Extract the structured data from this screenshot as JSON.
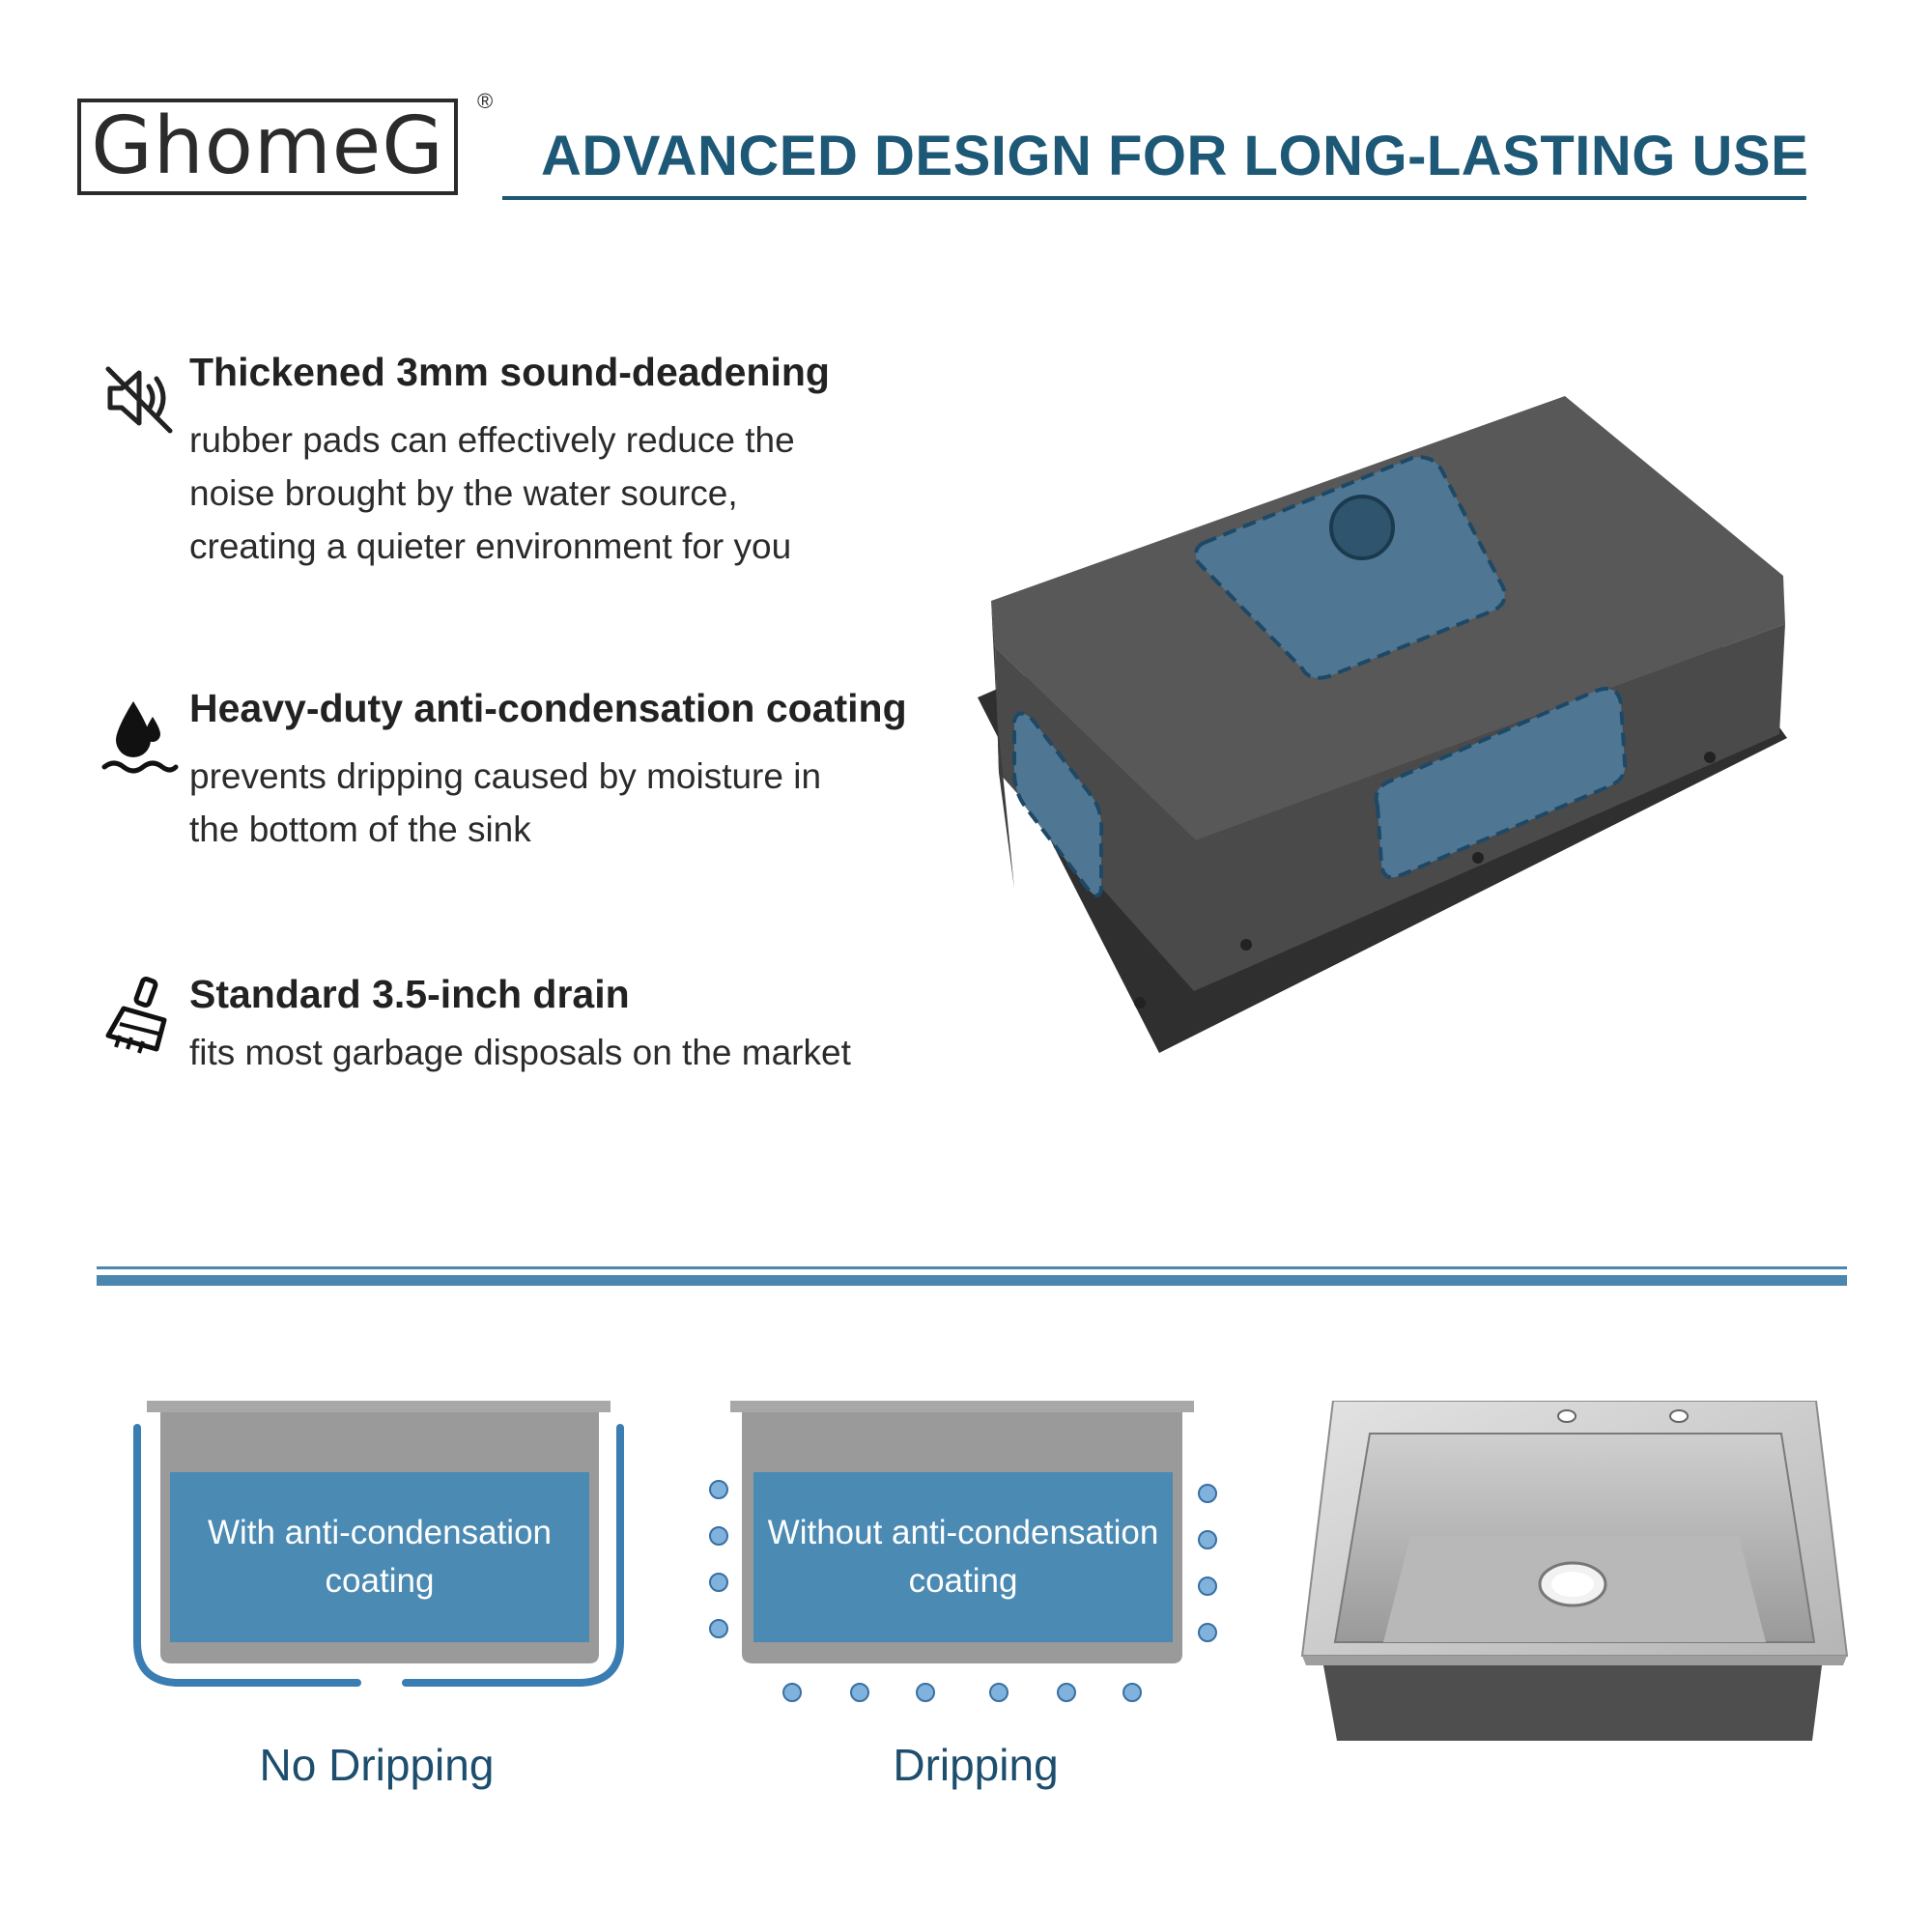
{
  "brand": {
    "logo_text": "GhomeG",
    "registered_mark": "®"
  },
  "header": {
    "title": "ADVANCED DESIGN FOR LONG-LASTING USE"
  },
  "features": [
    {
      "icon": "sound-muted-icon",
      "title": "Thickened 3mm sound-deadening",
      "lines": [
        "rubber pads can effectively reduce the",
        "noise brought by the water source,",
        "creating a quieter environment for you"
      ]
    },
    {
      "icon": "water-drop-icon",
      "title": "Heavy-duty anti-condensation coating",
      "lines": [
        "prevents dripping caused by moisture in",
        "the bottom of the sink"
      ]
    },
    {
      "icon": "brush-icon",
      "title": "Standard 3.5-inch drain",
      "lines": [
        "fits most garbage disposals on the market"
      ]
    }
  ],
  "comparison": [
    {
      "label": "With anti-condensation\ncoating",
      "caption": "No Dripping"
    },
    {
      "label": "Without anti-condensation\ncoating",
      "caption": "Dripping"
    }
  ],
  "colors": {
    "accent": "#1d5876",
    "label_blue": "#4a8ab3",
    "sink_dark": "#4d4d4d",
    "text": "#2b2b2b"
  }
}
